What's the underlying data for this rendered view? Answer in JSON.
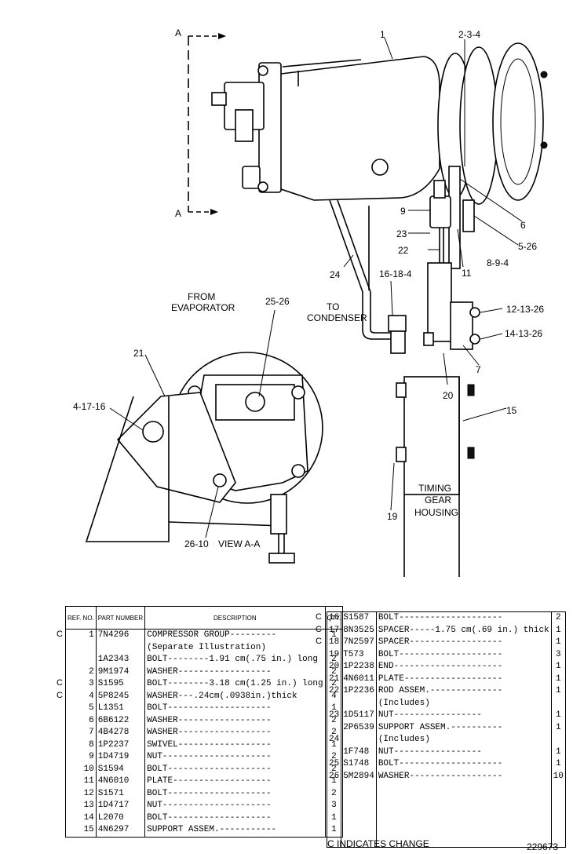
{
  "drawing": {
    "section_markers": [
      "A",
      "A"
    ],
    "callouts": {
      "c1": "1",
      "c2_3_4": "2-3-4",
      "c9": "9",
      "c6": "6",
      "c23": "23",
      "c5_26": "5-26",
      "c22": "22",
      "c8_9_4": "8-9-4",
      "c11": "11",
      "c24": "24",
      "c16_18_4": "16-18-4",
      "c12_13_26": "12-13-26",
      "c14_13_26": "14-13-26",
      "c7": "7",
      "c20": "20",
      "c15": "15",
      "c19": "19",
      "c25_26": "25-26",
      "c21": "21",
      "c4_17_16": "4-17-16",
      "c26_10": "26-10"
    },
    "notes": {
      "from_evaporator_1": "FROM",
      "from_evaporator_2": "EVAPORATOR",
      "to_condenser_1": "TO",
      "to_condenser_2": "CONDENSER",
      "timing_1": "TIMING",
      "timing_2": "GEAR",
      "timing_3": "HOUSING",
      "view_label": "VIEW A-A"
    }
  },
  "table_headers": {
    "ref": "REF. NO.",
    "part": "PART NUMBER",
    "description": "DESCRIPTION",
    "qty": "QTY."
  },
  "parts_left": [
    {
      "change": "C",
      "ref": "1",
      "part": "7N4296",
      "desc": "COMPRESSOR GROUP---------",
      "qty": "1"
    },
    {
      "change": "",
      "ref": "",
      "part": "",
      "desc": "   (Separate Illustration)",
      "qty": ""
    },
    {
      "change": "",
      "ref": "",
      "part": "1A2343",
      "desc": "BOLT--------1.91 cm(.75 in.) long",
      "qty": "2"
    },
    {
      "change": "",
      "ref": "2",
      "part": "9M1974",
      "desc": "WASHER------------------",
      "qty": "2"
    },
    {
      "change": "C",
      "ref": "3",
      "part": "S1595",
      "desc": "BOLT--------3.18 cm(1.25 in.) long",
      "qty": "2"
    },
    {
      "change": "C",
      "ref": "4",
      "part": "5P8245",
      "desc": "WASHER---.24cm(.0938in.)thick",
      "qty": "4"
    },
    {
      "change": "",
      "ref": "5",
      "part": "L1351",
      "desc": "BOLT--------------------",
      "qty": "1"
    },
    {
      "change": "",
      "ref": "6",
      "part": "6B6122",
      "desc": "WASHER------------------",
      "qty": "2"
    },
    {
      "change": "",
      "ref": "7",
      "part": "4B4278",
      "desc": "WASHER------------------",
      "qty": "2"
    },
    {
      "change": "",
      "ref": "8",
      "part": "1P2237",
      "desc": "SWIVEL------------------",
      "qty": "1"
    },
    {
      "change": "",
      "ref": "9",
      "part": "1D4719",
      "desc": "NUT---------------------",
      "qty": "2"
    },
    {
      "change": "",
      "ref": "10",
      "part": "S1594",
      "desc": "BOLT--------------------",
      "qty": "2"
    },
    {
      "change": "",
      "ref": "11",
      "part": "4N6010",
      "desc": "PLATE-------------------",
      "qty": "1"
    },
    {
      "change": "",
      "ref": "12",
      "part": "S1571",
      "desc": "BOLT--------------------",
      "qty": "2"
    },
    {
      "change": "",
      "ref": "13",
      "part": "1D4717",
      "desc": "NUT---------------------",
      "qty": "3"
    },
    {
      "change": "",
      "ref": "14",
      "part": "L2070",
      "desc": "BOLT--------------------",
      "qty": "1"
    },
    {
      "change": "",
      "ref": "15",
      "part": "4N6297",
      "desc": "SUPPORT ASSEM.-----------",
      "qty": "1"
    }
  ],
  "parts_right": [
    {
      "change": "C",
      "ref": "16",
      "part": "S1587",
      "desc": "BOLT--------------------",
      "qty": "2"
    },
    {
      "change": "C",
      "ref": "17",
      "part": "8N3525",
      "desc": "SPACER-----1.75 cm(.69 in.) thick",
      "qty": "1"
    },
    {
      "change": "C",
      "ref": "18",
      "part": "7N2597",
      "desc": "SPACER------------------",
      "qty": "1"
    },
    {
      "change": "",
      "ref": "19",
      "part": "T573",
      "desc": "BOLT--------------------",
      "qty": "3"
    },
    {
      "change": "",
      "ref": "20",
      "part": "1P2238",
      "desc": "END---------------------",
      "qty": "1"
    },
    {
      "change": "",
      "ref": "21",
      "part": "4N6011",
      "desc": "PLATE-------------------",
      "qty": "1"
    },
    {
      "change": "",
      "ref": "22",
      "part": "1P2236",
      "desc": "ROD ASSEM.--------------",
      "qty": "1"
    },
    {
      "change": "",
      "ref": "",
      "part": "",
      "desc": " (Includes)",
      "qty": ""
    },
    {
      "change": "",
      "ref": "23",
      "part": "1D5117",
      "desc": "    NUT-----------------",
      "qty": "1"
    },
    {
      "change": "",
      "ref": "",
      "part": "2P6539",
      "desc": "SUPPORT ASSEM.----------",
      "qty": "1"
    },
    {
      "change": "",
      "ref": "24",
      "part": "",
      "desc": " (Includes)",
      "qty": ""
    },
    {
      "change": "",
      "ref": "",
      "part": "1F748",
      "desc": "    NUT-----------------",
      "qty": "1"
    },
    {
      "change": "",
      "ref": "25",
      "part": "S1748",
      "desc": "BOLT--------------------",
      "qty": "1"
    },
    {
      "change": "",
      "ref": "26",
      "part": "5M2894",
      "desc": "WASHER------------------",
      "qty": "10"
    }
  ],
  "footer": {
    "change_note": "C INDICATES CHANGE",
    "drawing_number": "229673"
  }
}
